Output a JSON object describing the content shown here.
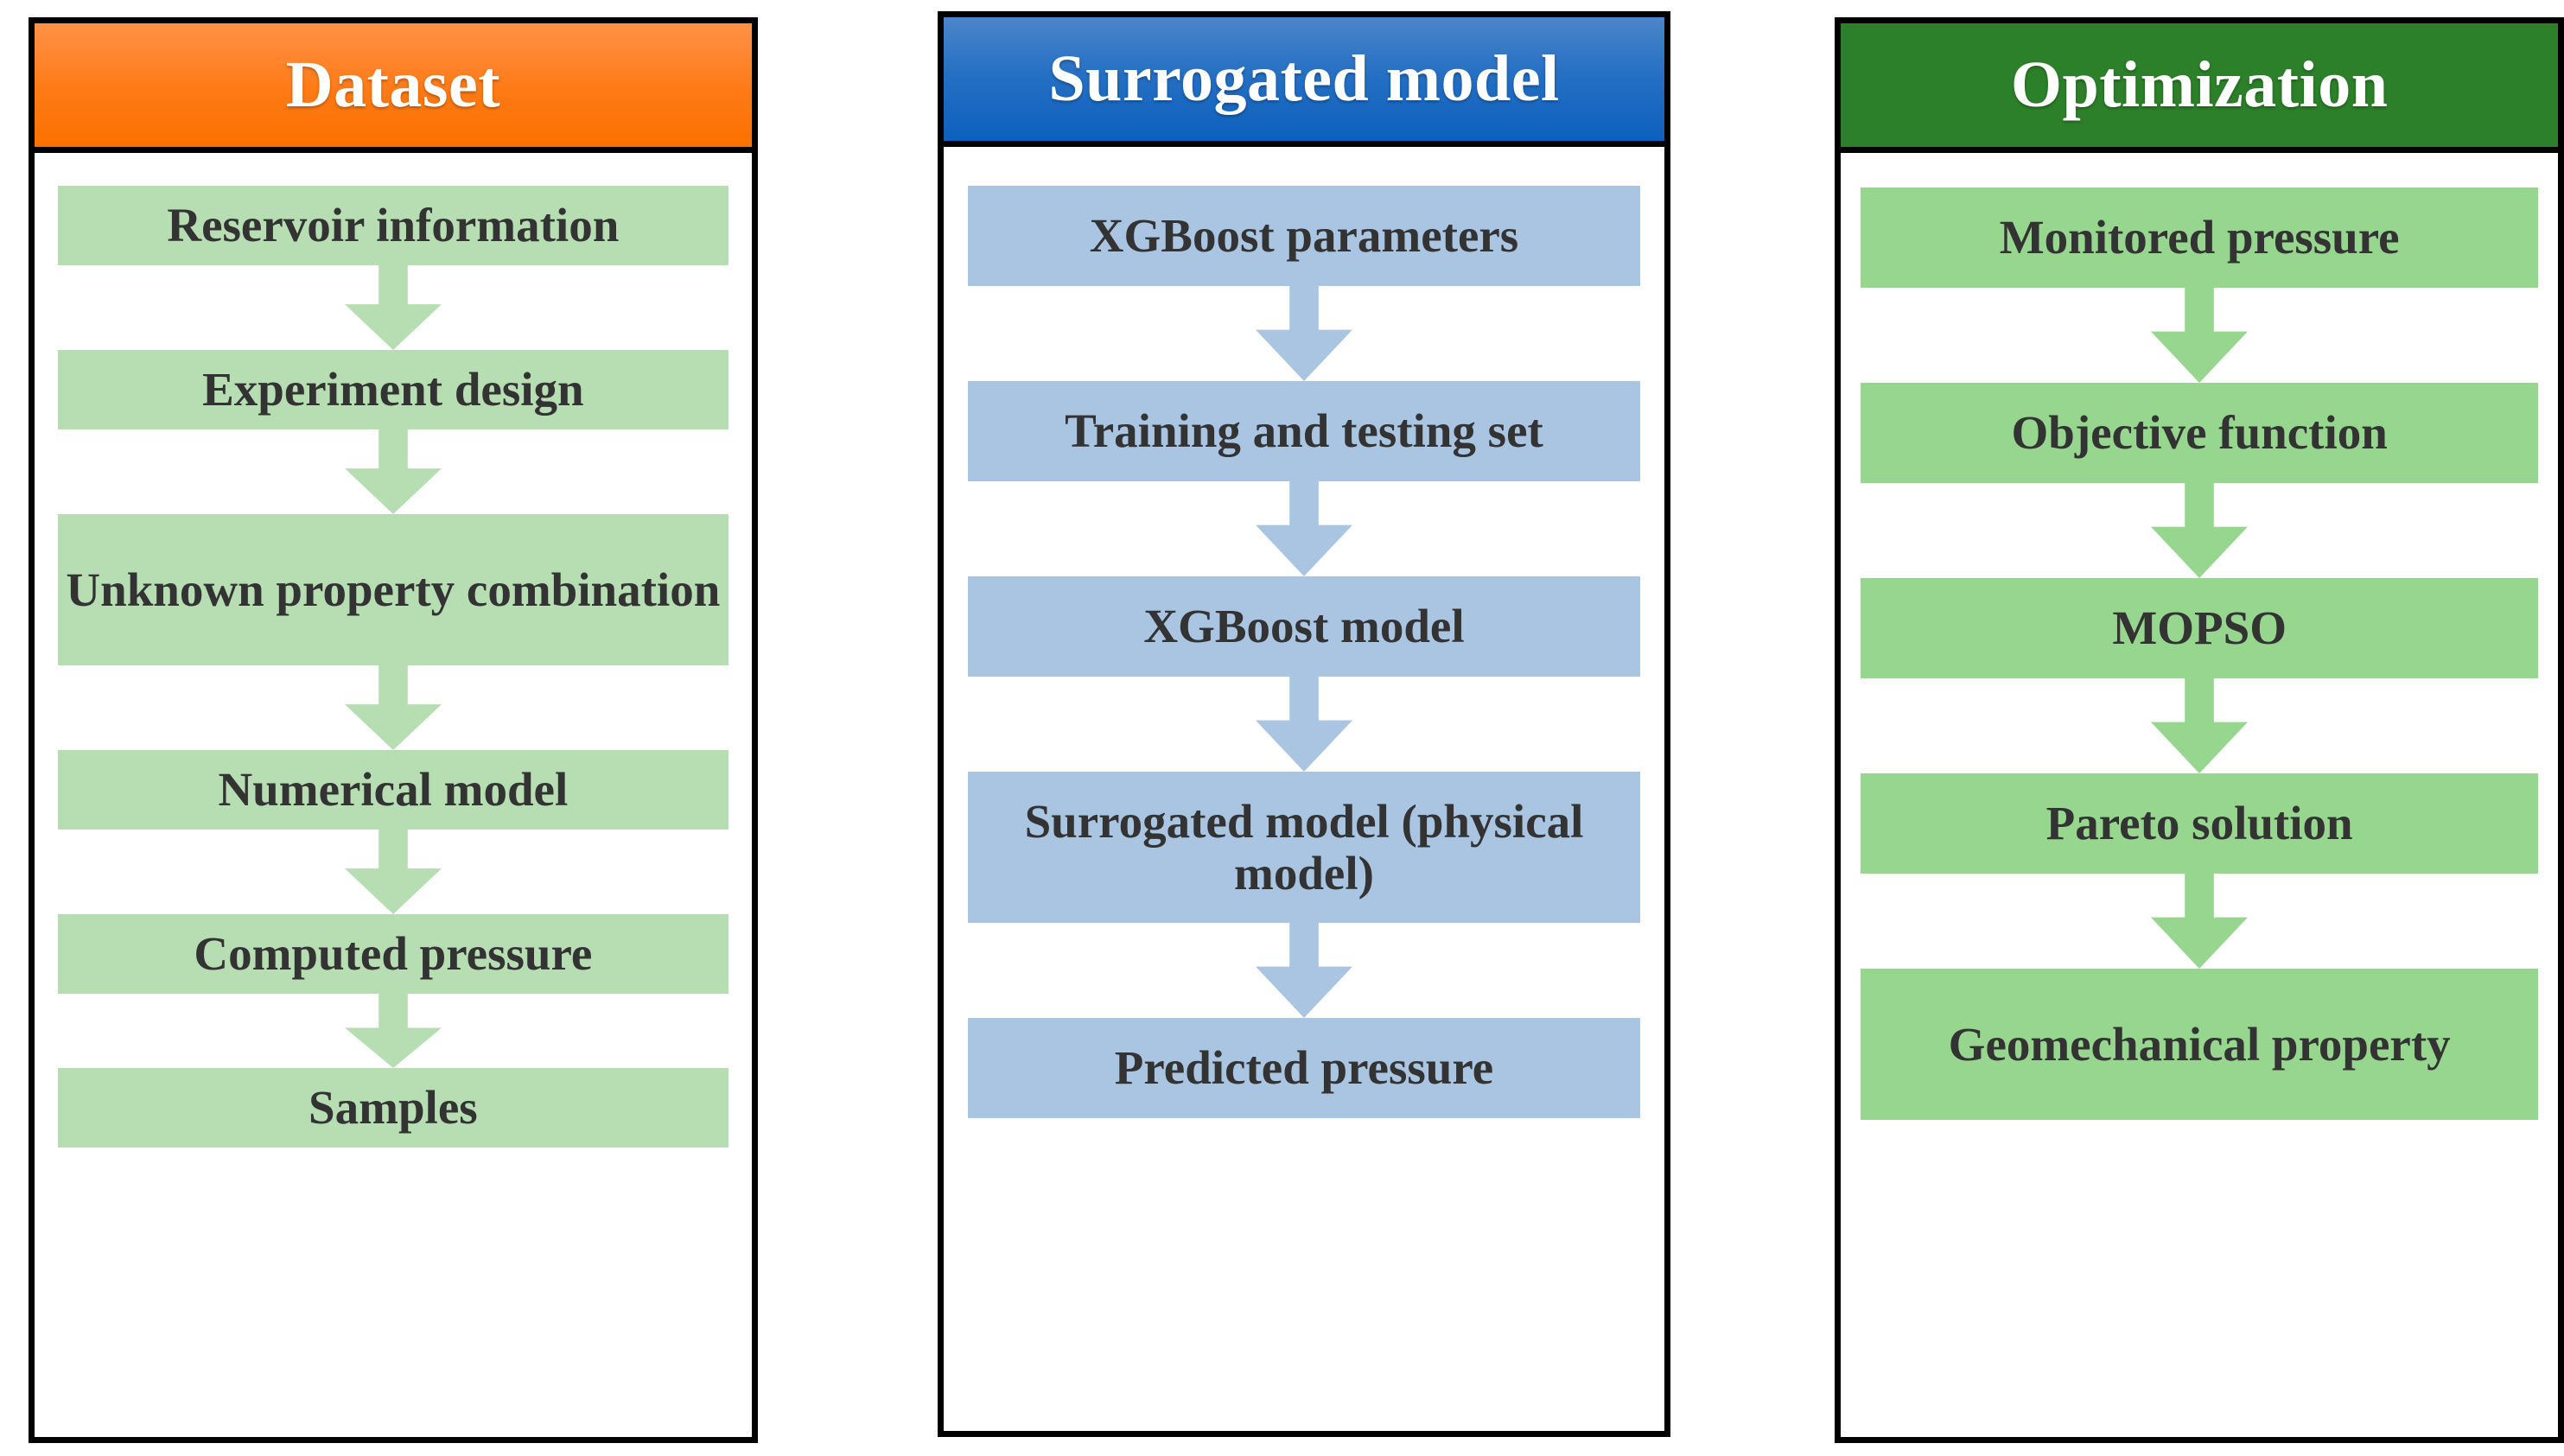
{
  "diagram": {
    "type": "flowchart",
    "title": "Workflow: Dataset / Surrogated model / Optimization",
    "orientation": "three parallel vertical flows, top to bottom"
  },
  "colors": {
    "header_dataset": "#FF7A15",
    "header_surrogate": "#1E6CC2",
    "header_optimization": "#2C8029",
    "node_dataset": "#B7DDB2",
    "node_surrogate": "#A9C5E2",
    "node_optimization": "#96D68E",
    "text_node": "#333333",
    "text_header": "#FFFFFF",
    "border": "#000000",
    "background": "#FFFFFF"
  },
  "columns": [
    {
      "id": "dataset",
      "header": "Dataset",
      "nodes": [
        {
          "label": "Reservoir information"
        },
        {
          "label": "Experiment design"
        },
        {
          "label": "Unknown property combination"
        },
        {
          "label": "Numerical model"
        },
        {
          "label": "Computed pressure"
        },
        {
          "label": "Samples"
        }
      ],
      "connector": "down-block-arrow",
      "connector_count": 5
    },
    {
      "id": "surrogated-model",
      "header": "Surrogated model",
      "nodes": [
        {
          "label": "XGBoost parameters"
        },
        {
          "label": "Training and testing set"
        },
        {
          "label": "XGBoost model"
        },
        {
          "label": "Surrogated model (physical model)"
        },
        {
          "label": "Predicted pressure"
        }
      ],
      "connector": "down-block-arrow",
      "connector_count": 4
    },
    {
      "id": "optimization",
      "header": "Optimization",
      "nodes": [
        {
          "label": "Monitored pressure"
        },
        {
          "label": "Objective function"
        },
        {
          "label": "MOPSO"
        },
        {
          "label": "Pareto solution"
        },
        {
          "label": "Geomechanical property"
        }
      ],
      "connector": "down-block-arrow",
      "connector_count": 4
    }
  ]
}
